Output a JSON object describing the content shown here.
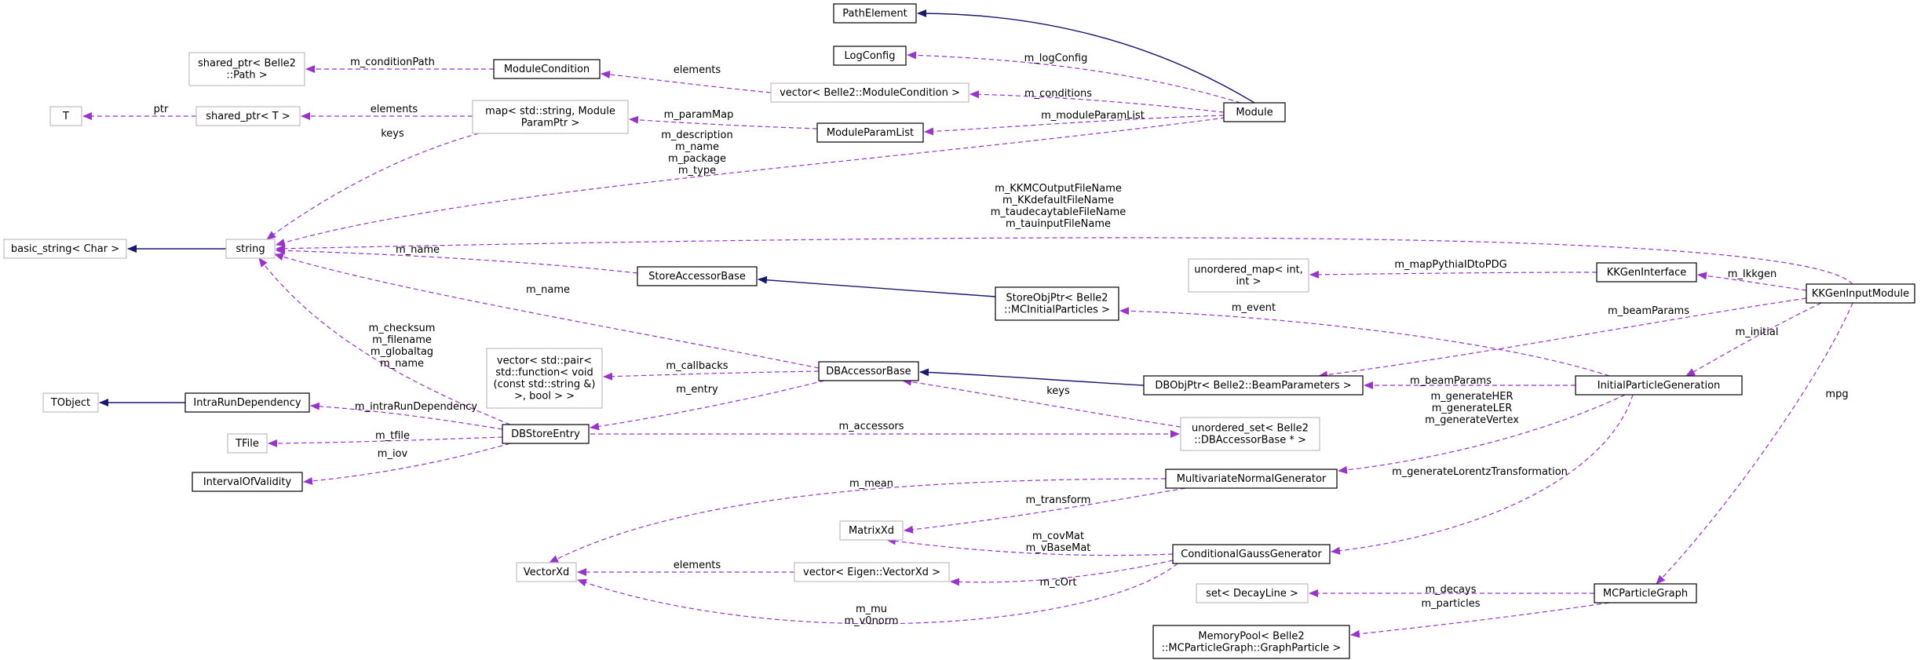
{
  "colors": {
    "border_strong": "#000000",
    "border_weak": "#bfbfbf",
    "inherit_edge": "#191970",
    "usage_edge": "#9a32cd",
    "background": "#ffffff",
    "selected_fill": "#bfbfbf"
  },
  "nodes": {
    "path_element": {
      "lines": [
        "PathElement"
      ]
    },
    "log_config": {
      "lines": [
        "LogConfig"
      ]
    },
    "shared_path": {
      "lines": [
        "shared_ptr< Belle2",
        "::Path >"
      ]
    },
    "module_condition": {
      "lines": [
        "ModuleCondition"
      ]
    },
    "vector_modcond": {
      "lines": [
        "vector< Belle2::ModuleCondition >"
      ]
    },
    "module": {
      "lines": [
        "Module"
      ]
    },
    "t": {
      "lines": [
        "T"
      ]
    },
    "shared_t": {
      "lines": [
        "shared_ptr< T >"
      ]
    },
    "map_param": {
      "lines": [
        "map< std::string, Module",
        "ParamPtr >"
      ]
    },
    "module_param_list": {
      "lines": [
        "ModuleParamList"
      ]
    },
    "basic_string": {
      "lines": [
        "basic_string< Char >"
      ]
    },
    "string": {
      "lines": [
        "string"
      ]
    },
    "unordered_map": {
      "lines": [
        "unordered_map< int,",
        "int >"
      ]
    },
    "kkgen_interface": {
      "lines": [
        "KKGenInterface"
      ]
    },
    "kkgen_input_module": {
      "lines": [
        "KKGenInputModule"
      ]
    },
    "store_accessor_base": {
      "lines": [
        "StoreAccessorBase"
      ]
    },
    "store_obj_ptr": {
      "lines": [
        "StoreObjPtr< Belle2",
        "::MCInitialParticles >"
      ]
    },
    "vector_pair": {
      "lines": [
        "vector< std::pair<",
        "std::function< void",
        "(const std::string &)",
        ">, bool > >"
      ]
    },
    "db_accessor_base": {
      "lines": [
        "DBAccessorBase"
      ]
    },
    "db_obj_ptr": {
      "lines": [
        "DBObjPtr< Belle2::BeamParameters >"
      ]
    },
    "initial_particle_generation": {
      "lines": [
        "InitialParticleGeneration"
      ]
    },
    "tobject": {
      "lines": [
        "TObject"
      ]
    },
    "intra_run_dependency": {
      "lines": [
        "IntraRunDependency"
      ]
    },
    "tfile": {
      "lines": [
        "TFile"
      ]
    },
    "db_store_entry": {
      "lines": [
        "DBStoreEntry"
      ]
    },
    "unordered_set": {
      "lines": [
        "unordered_set< Belle2",
        "::DBAccessorBase * >"
      ]
    },
    "interval_of_validity": {
      "lines": [
        "IntervalOfValidity"
      ]
    },
    "multivariate_normal": {
      "lines": [
        "MultivariateNormalGenerator"
      ]
    },
    "matrixxd": {
      "lines": [
        "MatrixXd"
      ]
    },
    "conditional_gauss": {
      "lines": [
        "ConditionalGaussGenerator"
      ]
    },
    "vectorxd": {
      "lines": [
        "VectorXd"
      ]
    },
    "vector_eigen": {
      "lines": [
        "vector< Eigen::VectorXd >"
      ]
    },
    "set_decayline": {
      "lines": [
        "set< DecayLine >"
      ]
    },
    "mc_particle_graph": {
      "lines": [
        "MCParticleGraph"
      ]
    },
    "memory_pool": {
      "lines": [
        "MemoryPool< Belle2",
        "::MCParticleGraph::GraphParticle >"
      ]
    }
  },
  "edge_labels": {
    "m_conditionPath": [
      "m_conditionPath"
    ],
    "elements_modcond": [
      "elements"
    ],
    "m_logConfig": [
      "m_logConfig"
    ],
    "m_conditions": [
      "m_conditions"
    ],
    "ptr": [
      "ptr"
    ],
    "elements_sharedt": [
      "elements"
    ],
    "m_paramMap": [
      "m_paramMap"
    ],
    "m_moduleParamList": [
      "m_moduleParamList"
    ],
    "keys_map": [
      "keys"
    ],
    "module_strings": [
      "m_description",
      "m_name",
      "m_package",
      "m_type"
    ],
    "kkgen_strings": [
      "m_KKMCOutputFileName",
      "m_KKdefaultFileName",
      "m_taudecaytableFileName",
      "m_tauinputFileName"
    ],
    "m_name_store": [
      "m_name"
    ],
    "m_name_db": [
      "m_name"
    ],
    "m_mapPythiaIDtoPDG": [
      "m_mapPythiaIDtoPDG"
    ],
    "m_Ikkgen": [
      "m_Ikkgen"
    ],
    "m_event": [
      "m_event"
    ],
    "m_beamParams_kk": [
      "m_beamParams"
    ],
    "m_initial": [
      "m_initial"
    ],
    "dbstore_strings": [
      "m_checksum",
      "m_filename",
      "m_globaltag",
      "m_name"
    ],
    "m_callbacks": [
      "m_callbacks"
    ],
    "m_entry": [
      "m_entry"
    ],
    "keys_set": [
      "keys"
    ],
    "m_beamParams_ipg": [
      "m_beamParams"
    ],
    "ipg_generate": [
      "m_generateHER",
      "m_generateLER",
      "m_generateVertex"
    ],
    "m_intraRunDependency": [
      "m_intraRunDependency"
    ],
    "m_accessors": [
      "m_accessors"
    ],
    "m_tfile": [
      "m_tfile"
    ],
    "m_iov": [
      "m_iov"
    ],
    "m_mean": [
      "m_mean"
    ],
    "m_generateLorentzTransformation": [
      "m_generateLorentzTransformation"
    ],
    "m_transform": [
      "m_transform"
    ],
    "m_covMat": [
      "m_covMat",
      "m_vBaseMat"
    ],
    "elements_eigen": [
      "elements"
    ],
    "m_cOrt": [
      "m_cOrt"
    ],
    "m_mu": [
      "m_mu",
      "m_v0norm"
    ],
    "mpg": [
      "mpg"
    ],
    "m_decays": [
      "m_decays"
    ],
    "m_particles": [
      "m_particles"
    ]
  }
}
